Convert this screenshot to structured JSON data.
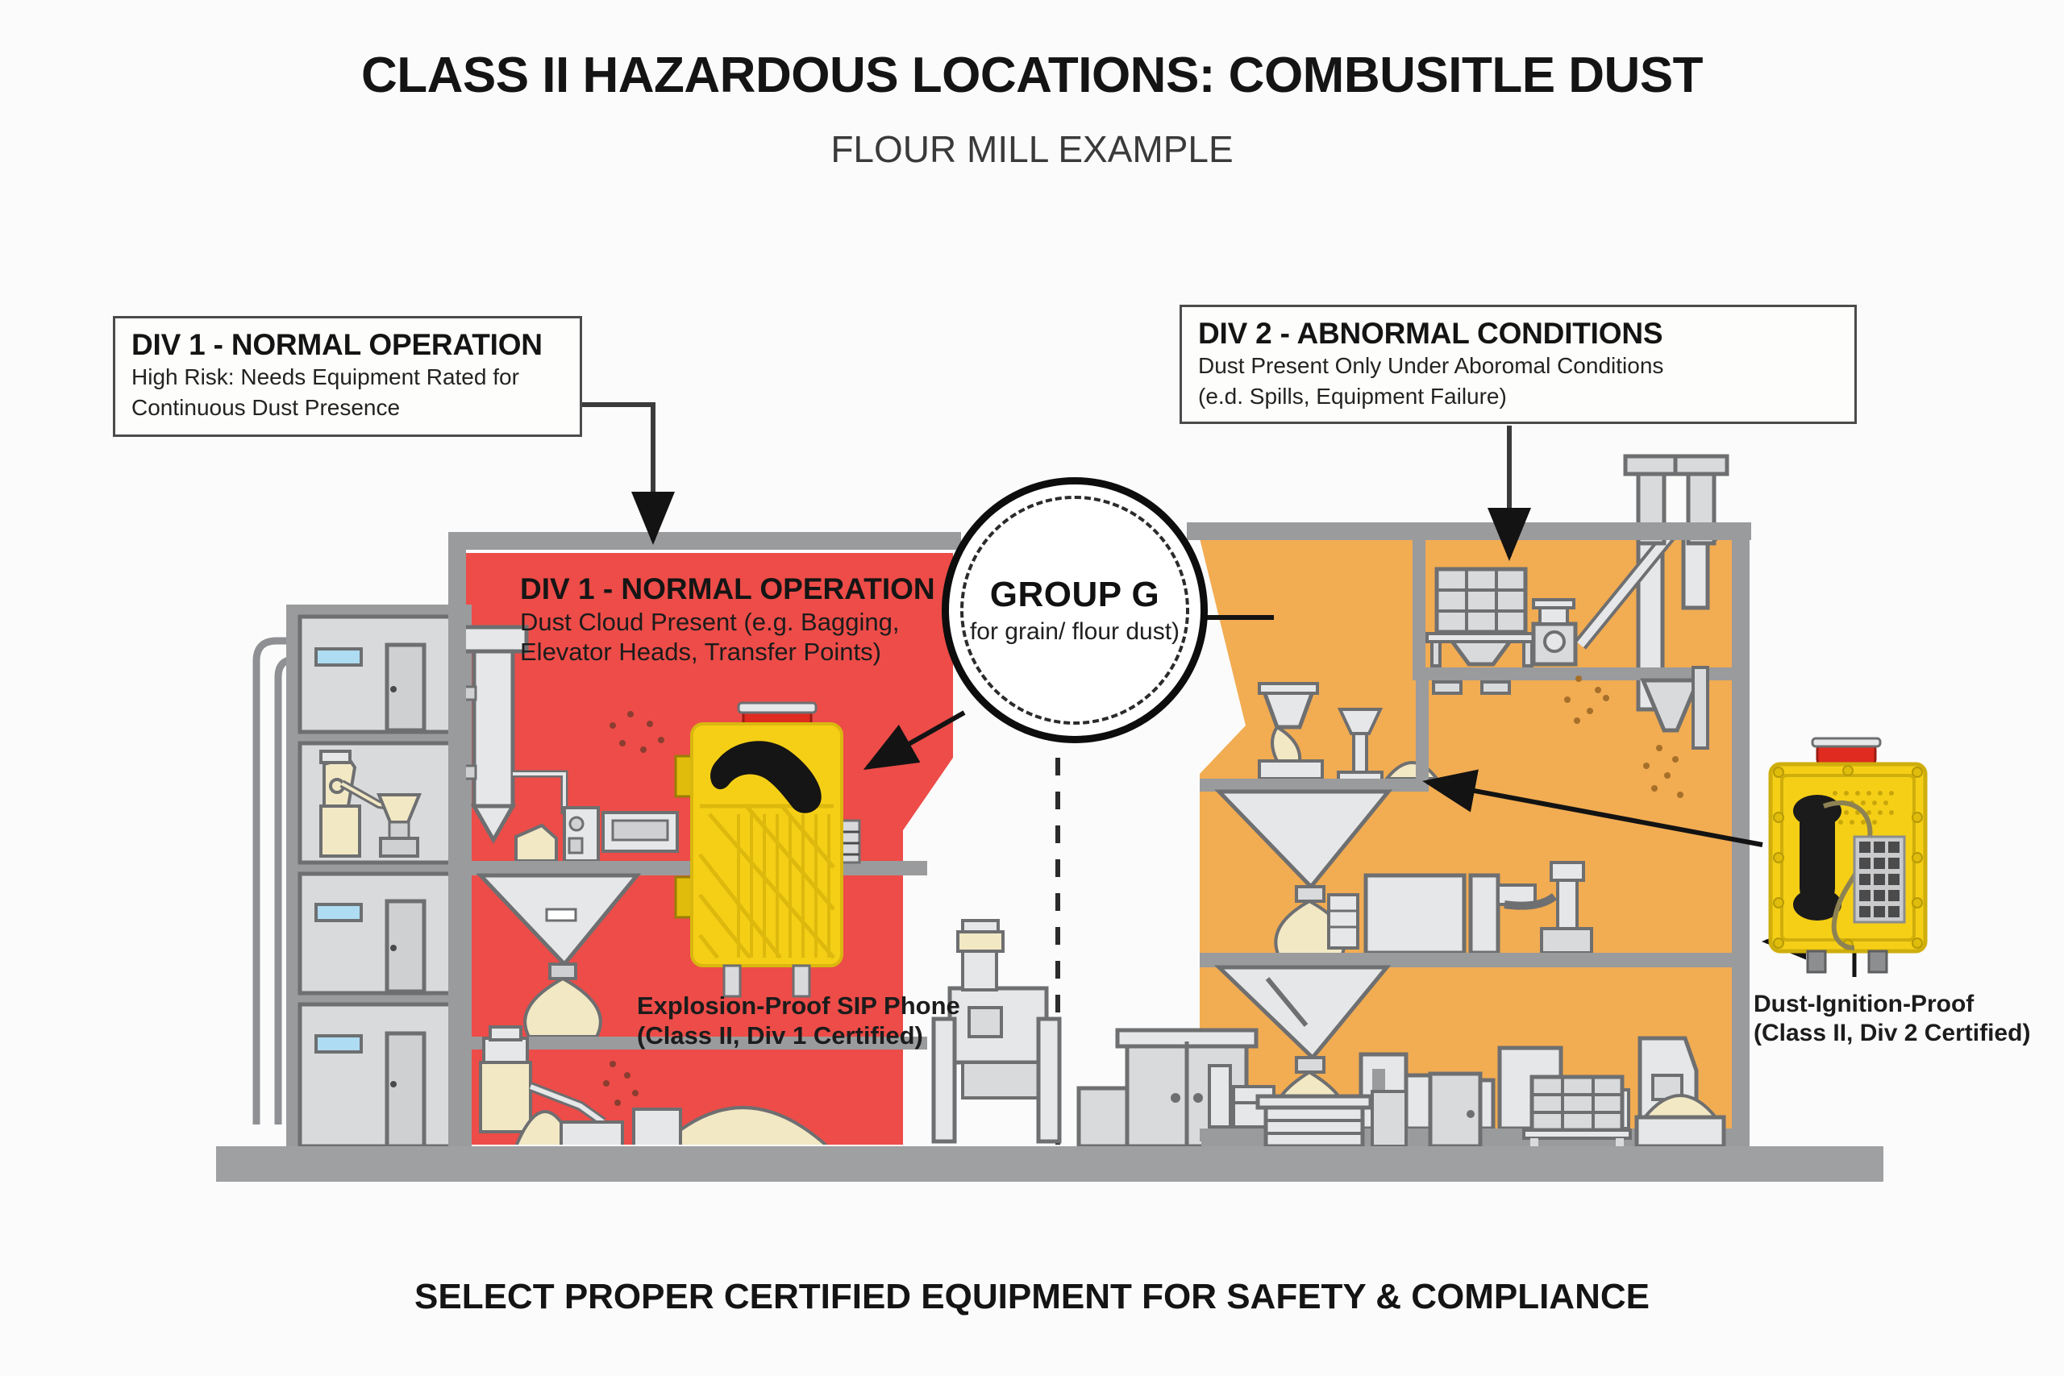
{
  "header": {
    "title": "CLASS II HAZARDOUS LOCATIONS: COMBUSITLE DUST",
    "subtitle": "FLOUR MILL EXAMPLE"
  },
  "footer": {
    "text": "SELECT PROPER CERTIFIED EQUIPMENT FOR SAFETY & COMPLIANCE"
  },
  "callouts": {
    "div1": {
      "heading": "DIV 1 - NORMAL OPERATION",
      "line1": "High Risk: Needs Equipment Rated for",
      "line2": "Continuous Dust Presence"
    },
    "div2": {
      "heading": "DIV 2 - ABNORMAL CONDITIONS",
      "line1": "Dust Present Only Under Aboromal Conditions",
      "line2": "(e.d. Spills, Equipment Failure)"
    }
  },
  "scene_labels": {
    "div1_zone": {
      "heading": "DIV 1 - NORMAL OPERATION",
      "line1": "Dust Cloud Present (e.g. Bagging,",
      "line2": "Elevator Heads, Transfer Points)"
    },
    "sip_phone": {
      "line1": "Explosion-Proof SIP Phone",
      "line2": "(Class II, Div 1 Certified)"
    },
    "dip_phone": {
      "line1": "Dust-Ignition-Proof",
      "line2": "(Class II, Div 2 Certified)"
    }
  },
  "group_g": {
    "title": "GROUP G",
    "subtitle": "for grain/ flour dust)"
  },
  "colors": {
    "div1_red": "#ED4C48",
    "div2_orange": "#F2AC52",
    "equipment_gray": "#D9DADC",
    "structure_gray": "#9A9B9D",
    "outline_gray": "#6E6F71",
    "flour_cream": "#F2E8C4",
    "phone_yellow": "#F5CF16",
    "beacon_red": "#E02B20",
    "ground_gray": "#9EA0A2",
    "ink_black": "#141414"
  }
}
